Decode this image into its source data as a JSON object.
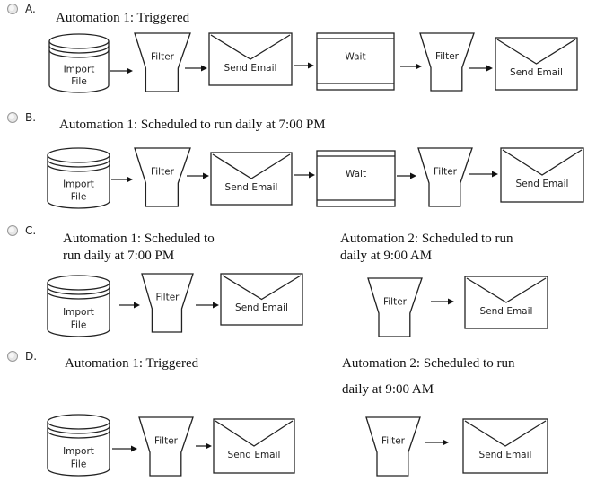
{
  "options": [
    {
      "letter": "A.",
      "titles": [
        "Automation 1: Triggered"
      ]
    },
    {
      "letter": "B.",
      "titles": [
        "Automation 1: Scheduled to run daily at 7:00 PM"
      ]
    },
    {
      "letter": "C.",
      "titles": [
        "Automation 1: Scheduled to",
        "run  daily at 7:00 PM",
        "Automation 2: Scheduled to run",
        "daily at 9:00 AM"
      ]
    },
    {
      "letter": "D.",
      "titles": [
        "Automation 1: Triggered",
        "Automation 2: Scheduled to run",
        "daily at 9:00 AM"
      ]
    }
  ],
  "labels": {
    "import_line1": "Import",
    "import_line2": "File",
    "filter": "Filter",
    "send_email": "Send Email",
    "wait": "Wait"
  }
}
